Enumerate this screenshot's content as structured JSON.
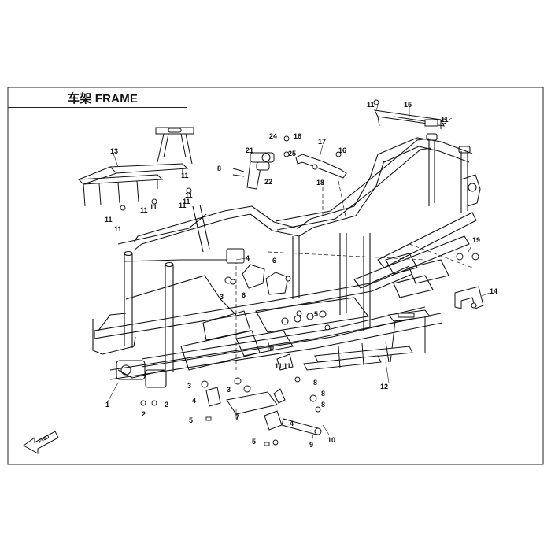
{
  "header": {
    "title": "车架 FRAME"
  },
  "badge": {
    "fwd": "FWD"
  },
  "callouts": [
    "1",
    "2",
    "2",
    "3",
    "3",
    "3",
    "4",
    "4",
    "4",
    "5",
    "5",
    "5",
    "6",
    "6",
    "7",
    "8",
    "8",
    "8",
    "8",
    "9",
    "10",
    "10",
    "11",
    "11",
    "11",
    "11",
    "11",
    "11",
    "11",
    "11",
    "11",
    "11",
    "11",
    "11",
    "12",
    "13",
    "14",
    "15",
    "16",
    "16",
    "17",
    "18",
    "19",
    "21",
    "22",
    "24",
    "25"
  ],
  "colors": {
    "line": "#111111",
    "fill": "#ffffff",
    "background": "#ffffff"
  }
}
